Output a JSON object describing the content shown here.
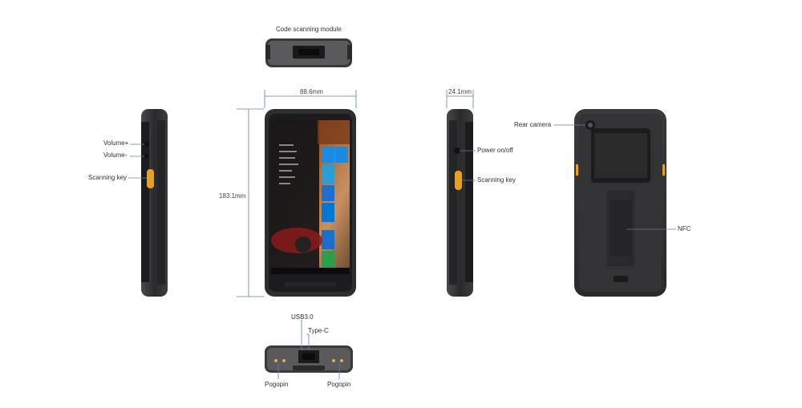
{
  "labels": {
    "code_scanning_module": "Code scanning module",
    "width_dim": "88.6mm",
    "height_dim": "183.1mm",
    "thickness_dim": "24.1mm",
    "volume_up": "Volume+",
    "volume_down": "Volume-",
    "scanning_key_left": "Scanning key",
    "power": "Power on/off",
    "scanning_key_right": "Scanning key",
    "rear_camera": "Rear camera",
    "nfc": "NFC",
    "usb": "USB3.0",
    "type_c": "Type-C",
    "pogopin_left": "Pogopin",
    "pogopin_right": "Pogopin"
  },
  "colors": {
    "body": "#2e2e30",
    "frame": "#1c1c1e",
    "accent": "#e8a21a",
    "leader": "#5a7fb5",
    "screen_sky": "#7a3b1a"
  }
}
